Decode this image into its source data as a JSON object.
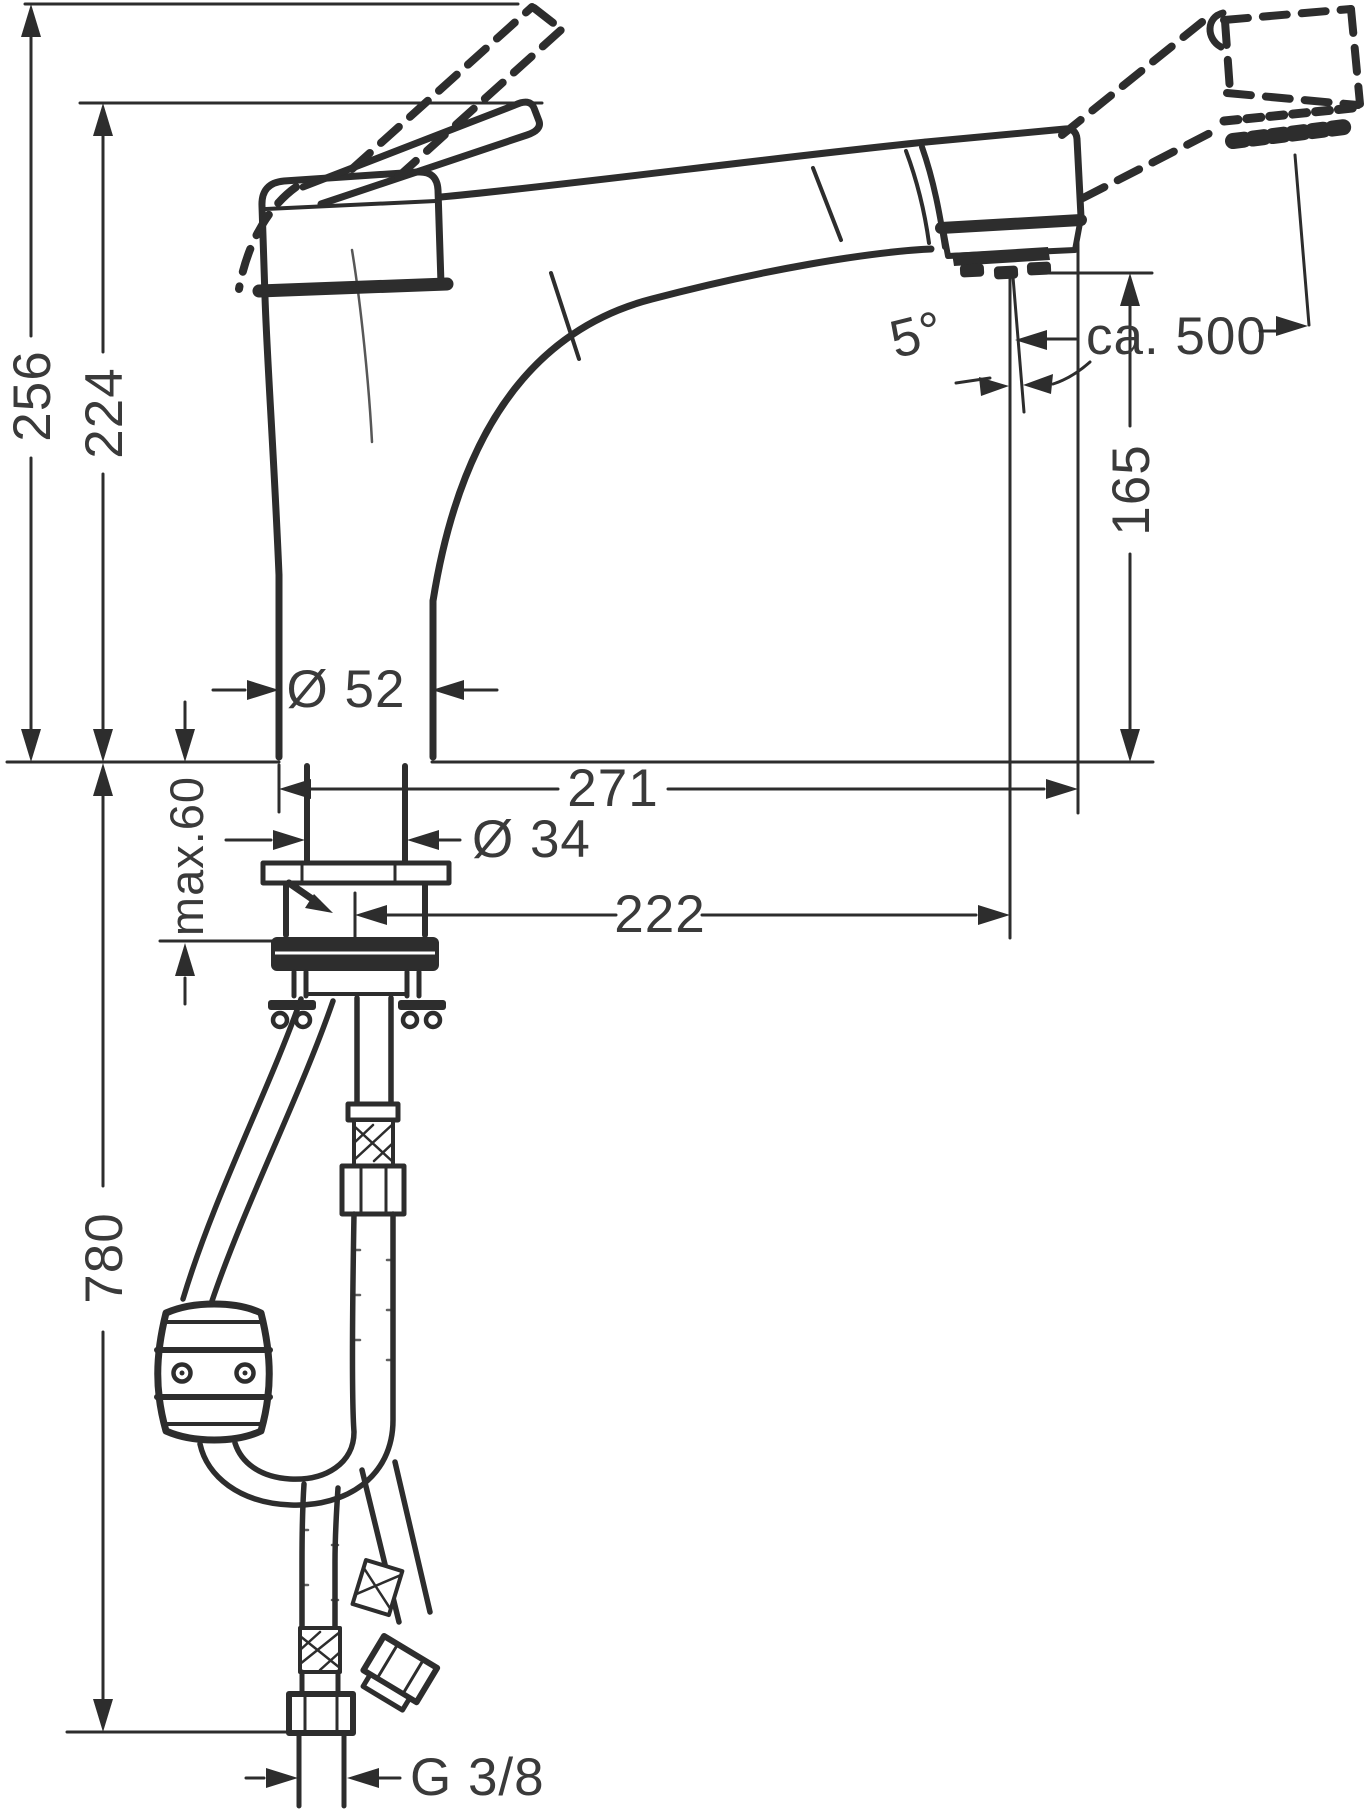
{
  "drawing": {
    "dimension_labels": {
      "overall_height": "256",
      "handle_height": "224",
      "spout_height": "165",
      "pullout_extension": "ca. 500",
      "spray_angle": "5°",
      "body_diameter": "Ø 52",
      "spout_reach": "271",
      "outlet_reach": "222",
      "hole_diameter": "Ø 34",
      "max_counter_thickness": "max.60",
      "hose_length": "780",
      "connection_thread": "G 3/8"
    }
  }
}
